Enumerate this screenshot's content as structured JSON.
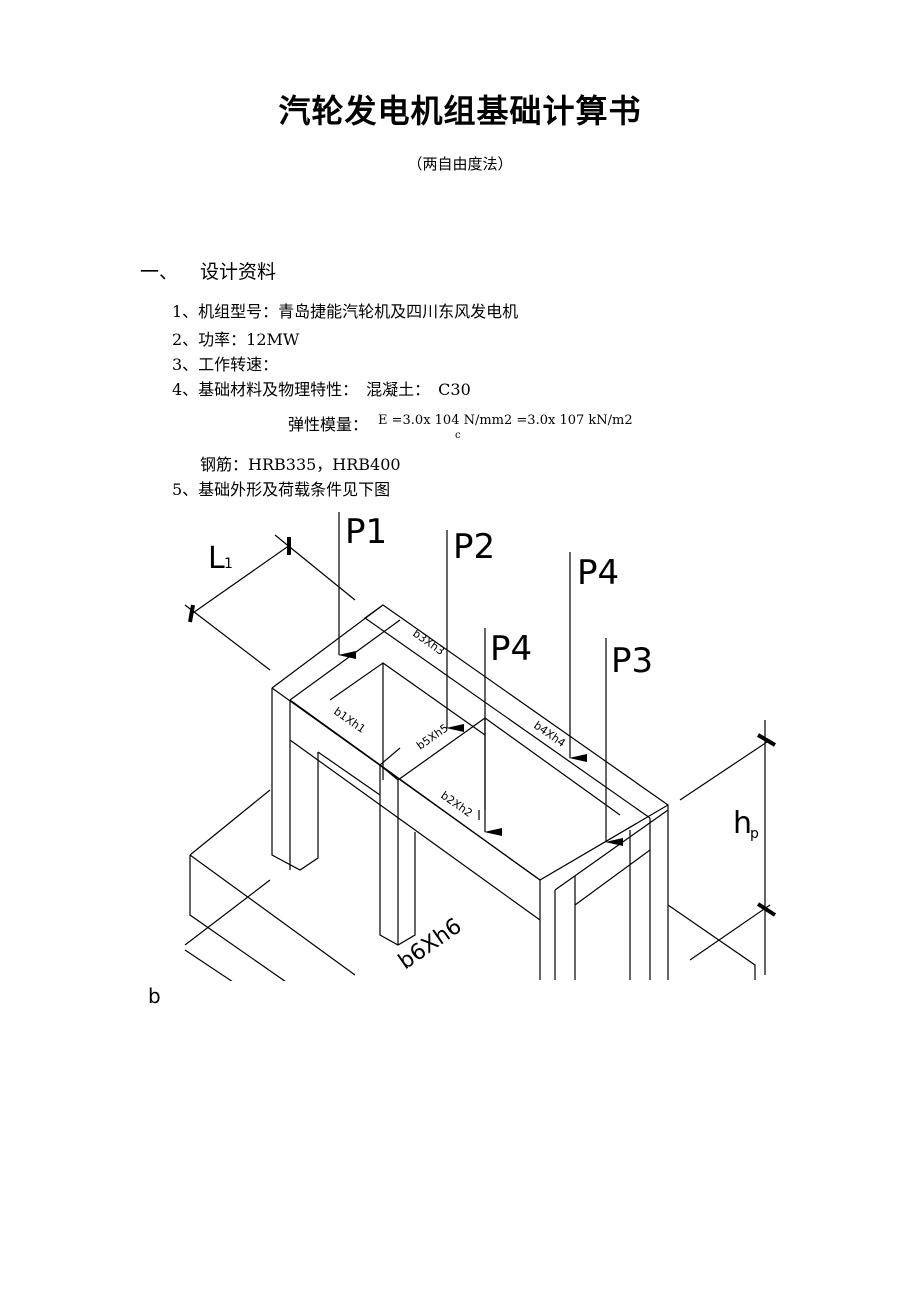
{
  "title": "汽轮发电机组基础计算书",
  "subtitle": "（两自由度法）",
  "section1": {
    "number": "一、",
    "heading": "设计资料"
  },
  "items": [
    "1、机组型号：青岛捷能汽轮机及四川东风发电机",
    "2、功率：12MW",
    "3、工作转速：",
    "4、基础材料及物理特性：　混凝土：　C30"
  ],
  "modulus": {
    "label": "弹性模量：",
    "formula": "E =3.0x 104 N/mm2 =3.0x 107 kN/m2",
    "subscript": "c"
  },
  "rebar": "钢筋：HRB335，HRB400",
  "item5": "5、基础外形及荷载条件见下图",
  "figure": {
    "loads": [
      "P1",
      "P2",
      "P4",
      "P4",
      "P3"
    ],
    "dim_L": "L",
    "dim_L_sub": "1",
    "dim_h": "h",
    "dim_h_sub": "p",
    "beams": [
      "b1Xh1",
      "b2Xh2",
      "b3Xh3",
      "b4Xh4",
      "b5Xh5"
    ],
    "base": "b6Xh6",
    "cut_label": "b"
  }
}
